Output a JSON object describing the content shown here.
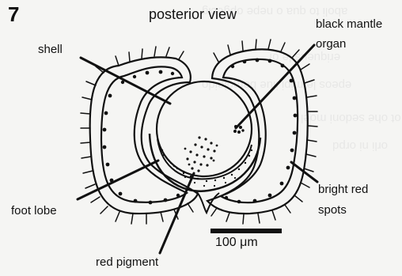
{
  "figure_number": "7",
  "title": "posterior view",
  "labels": {
    "shell": "shell",
    "black_mantle_organ_line1": "black mantle",
    "black_mantle_organ_line2": "organ",
    "foot_lobe": "foot lobe",
    "bright_red_spots_line1": "bright red",
    "bright_red_spots_line2": "spots",
    "red_pigment": "red pigment"
  },
  "scale": {
    "value": "100",
    "unit": "μm",
    "display": "100 μm"
  },
  "background_text": [
    "aboli to qua o nepe opgecig",
    "eriqueus le of",
    "epeos le mipi ilue bemoloido",
    "oe ot ohe sedoni moel",
    "orli ni orpd"
  ],
  "colors": {
    "ink": "#111111",
    "paper": "#f5f5f3",
    "faint": "#d8d8d8"
  }
}
